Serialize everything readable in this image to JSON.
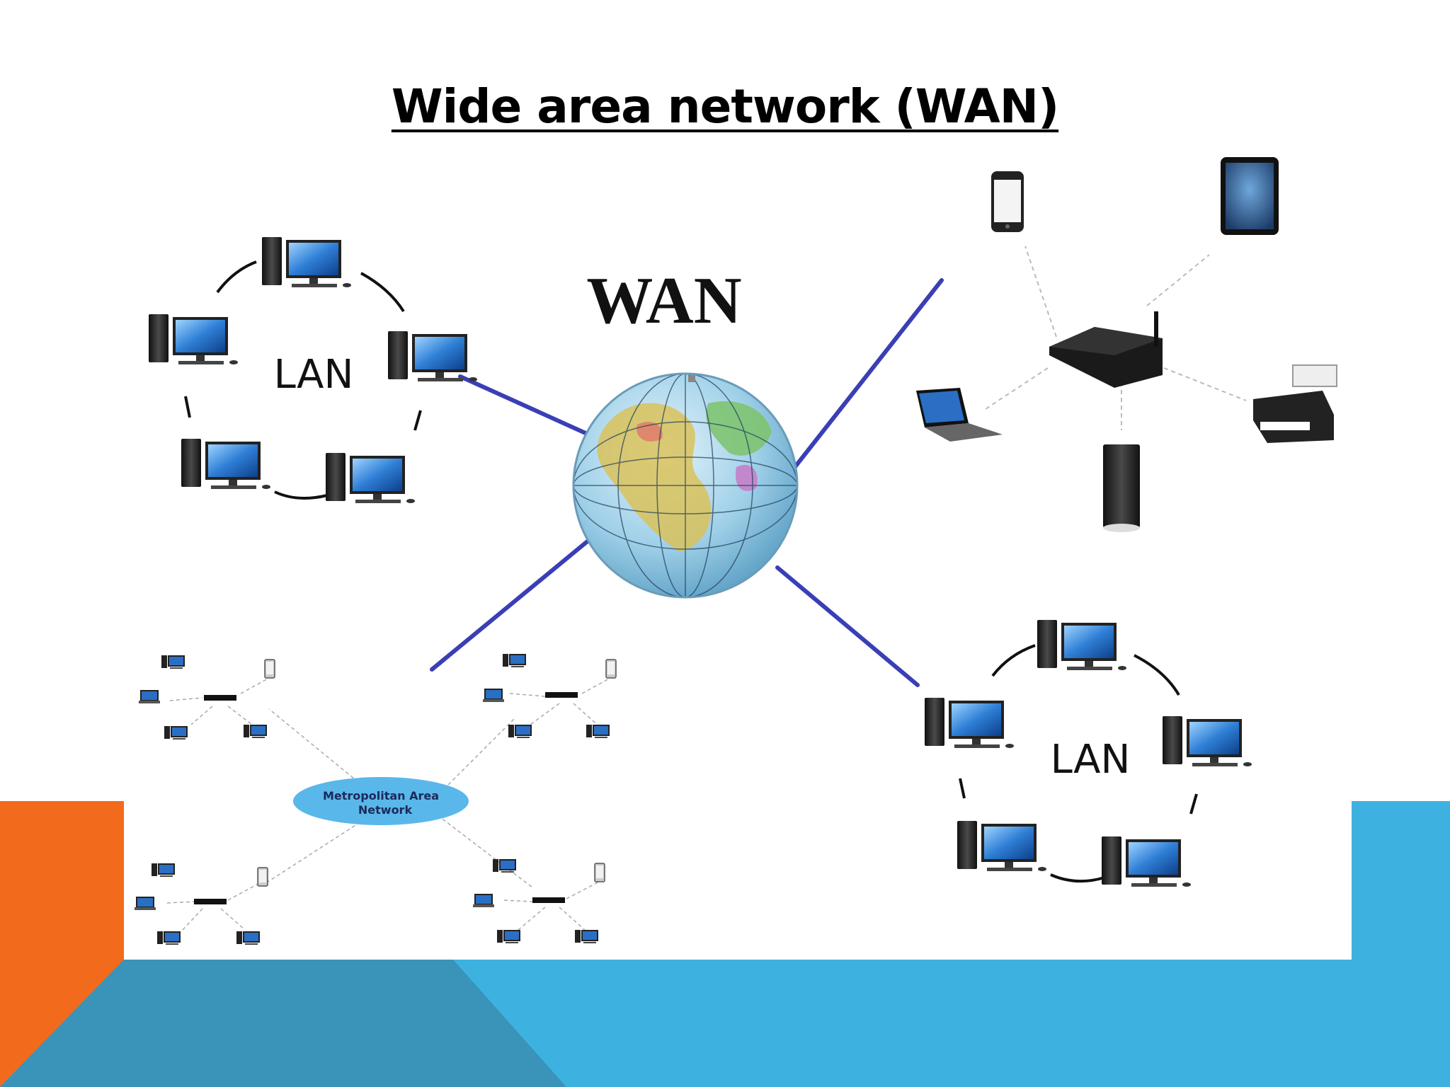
{
  "slide": {
    "title": "Wide area network (WAN)",
    "accent_orange": "#f26a1b",
    "accent_blue": "#3db2e0",
    "accent_teal": "#3a93b8"
  },
  "diagram": {
    "center_label": "WAN",
    "center_icon": "globe-icon",
    "link_color": "#3a3fb5",
    "lan_top_left": {
      "label": "LAN",
      "icon": "desktop-computer-icon",
      "count": 5
    },
    "lan_bottom_right": {
      "label": "LAN",
      "icon": "desktop-computer-icon",
      "count": 5
    },
    "home_network": {
      "hub_icon": "wifi-router-icon",
      "devices": [
        "smartphone-icon",
        "tablet-icon",
        "laptop-icon",
        "printer-icon",
        "storage-drive-icon"
      ]
    },
    "man": {
      "label_line1": "Metropolitan Area",
      "label_line2": "Network",
      "ellipse_color": "#5ab7ea"
    }
  }
}
